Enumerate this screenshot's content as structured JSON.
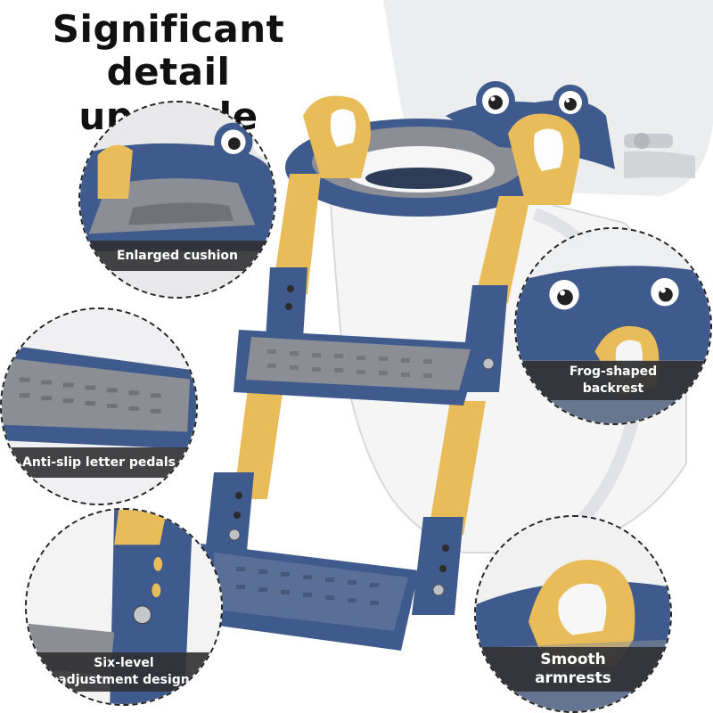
{
  "headline": {
    "line1": "Significant",
    "line2": "detail upgrade"
  },
  "callouts": [
    {
      "id": "cushion",
      "label_lines": [
        "Enlarged cushion"
      ]
    },
    {
      "id": "backrest",
      "label_lines": [
        "Frog-shaped",
        "backrest"
      ]
    },
    {
      "id": "pedals",
      "label_lines": [
        "Anti-slip letter pedals"
      ]
    },
    {
      "id": "adjustment",
      "label_lines": [
        "Six-level",
        "adjustment design"
      ]
    },
    {
      "id": "armrests",
      "label_lines": [
        "Smooth",
        "armrests"
      ]
    }
  ],
  "colors": {
    "navy_blue": "#3f5a8c",
    "mustard_yellow": "#e9bc5a",
    "step_gray": "#8b8e94",
    "label_background": "#303032"
  }
}
